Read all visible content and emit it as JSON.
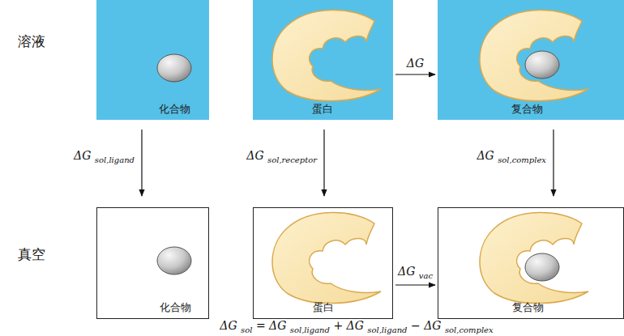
{
  "diagram": {
    "nodes": [
      {
        "text": [
          "化合物"
        ]
      },
      {
        "text": [
          "蛋白"
        ]
      },
      {
        "text": [
          "复合物"
        ]
      },
      {
        "text": [
          "化合物"
        ]
      },
      {
        "text": [
          "蛋白"
        ]
      },
      {
        "text": [
          "复合物"
        ]
      }
    ],
    "edges": [
      {
        "from": 1,
        "to": 2,
        "arrow": "to",
        "label": "ΔG"
      },
      {
        "from": 0,
        "to": 3,
        "arrow": "to",
        "label": "ΔG sol,ligand"
      },
      {
        "from": 1,
        "to": 4,
        "arrow": "to",
        "label": "ΔG sol,receptor"
      },
      {
        "from": 2,
        "to": 5,
        "arrow": "to",
        "label": "ΔG sol,complex"
      },
      {
        "from": 4,
        "to": 5,
        "arrow": "to",
        "label": "ΔG vac"
      }
    ],
    "labels": [
      "溶液",
      "真空",
      "ΔG sol = ΔG sol,ligand + ΔG sol,ligand − ΔG sol,complex"
    ]
  }
}
